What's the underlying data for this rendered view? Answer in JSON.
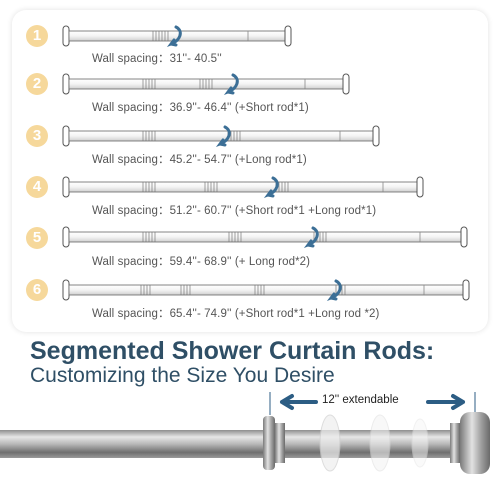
{
  "rows": [
    {
      "number": "1",
      "caption": "Wall spacing：31''- 40.5''"
    },
    {
      "number": "2",
      "caption": "Wall spacing：36.9''- 46.4'' (+Short rod*1)"
    },
    {
      "number": "3",
      "caption": "Wall spacing：45.2''- 54.7'' (+Long rod*1)"
    },
    {
      "number": "4",
      "caption": "Wall spacing：51.2''- 60.7'' (+Short rod*1  +Long rod*1)"
    },
    {
      "number": "5",
      "caption": "Wall spacing：59.4''- 68.9'' (+ Long rod*2)"
    },
    {
      "number": "6",
      "caption": "Wall spacing：65.4''- 74.9'' (+Short rod*1  +Long rod *2)"
    }
  ],
  "headline": "Segmented Shower Curtain Rods:",
  "subheadline": "Customizing the Size You Desire",
  "extendable_label": "12'' extendable",
  "colors": {
    "accent": "#2f4f66",
    "badge": "#f6d89b",
    "arrow": "#3c6f96"
  }
}
